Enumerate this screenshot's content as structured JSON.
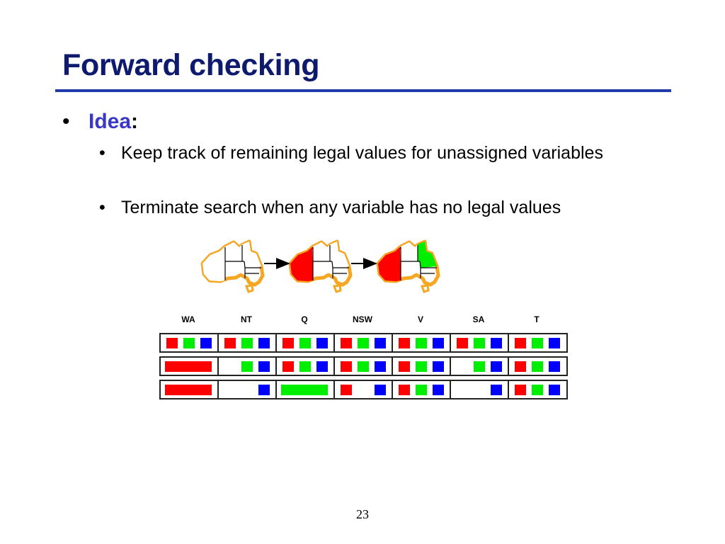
{
  "title": "Forward checking",
  "idea": {
    "label": "Idea",
    "colon": ":"
  },
  "bullets": [
    "Keep track of remaining legal values for unassigned variables",
    "Terminate search when any variable has no legal values"
  ],
  "page_number": "23",
  "palette": {
    "red": "#ff0000",
    "green": "#00ee00",
    "blue": "#0000ff",
    "outline": "#f5a623"
  },
  "map_states": [
    {
      "WA": "none",
      "NT": "none",
      "Q": "none"
    },
    {
      "WA": "red",
      "NT": "none",
      "Q": "none"
    },
    {
      "WA": "red",
      "NT": "none",
      "Q": "green"
    }
  ],
  "variables": [
    "WA",
    "NT",
    "Q",
    "NSW",
    "V",
    "SA",
    "T"
  ],
  "domain_rows": [
    [
      [
        "red",
        "green",
        "blue"
      ],
      [
        "red",
        "green",
        "blue"
      ],
      [
        "red",
        "green",
        "blue"
      ],
      [
        "red",
        "green",
        "blue"
      ],
      [
        "red",
        "green",
        "blue"
      ],
      [
        "red",
        "green",
        "blue"
      ],
      [
        "red",
        "green",
        "blue"
      ]
    ],
    [
      [
        "assigned-red"
      ],
      [
        "green",
        "blue"
      ],
      [
        "red",
        "green",
        "blue"
      ],
      [
        "red",
        "green",
        "blue"
      ],
      [
        "red",
        "green",
        "blue"
      ],
      [
        "green",
        "blue"
      ],
      [
        "red",
        "green",
        "blue"
      ]
    ],
    [
      [
        "assigned-red"
      ],
      [
        "blue"
      ],
      [
        "assigned-green"
      ],
      [
        "red",
        "blue"
      ],
      [
        "red",
        "green",
        "blue"
      ],
      [
        "blue"
      ],
      [
        "red",
        "green",
        "blue"
      ]
    ]
  ]
}
